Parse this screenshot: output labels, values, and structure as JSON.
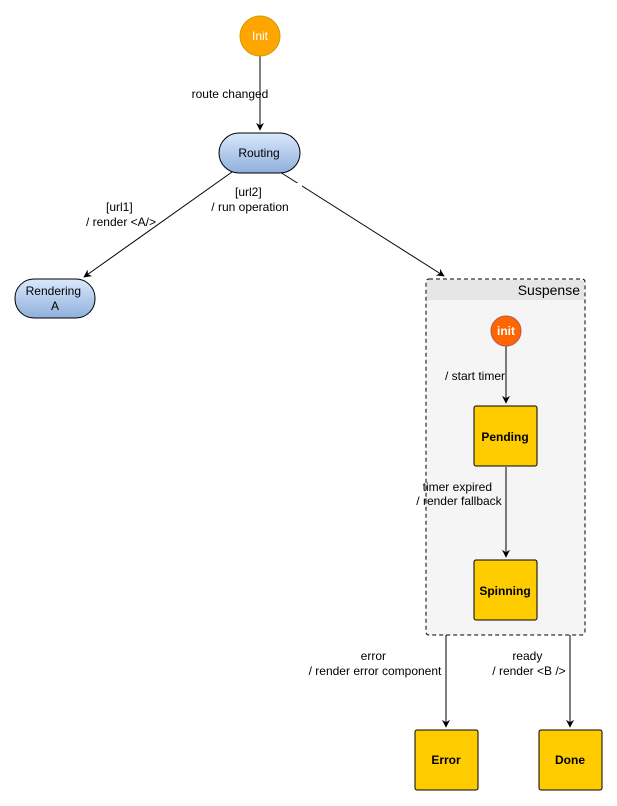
{
  "states": {
    "init": "Init",
    "routing": "Routing",
    "rendering_a": [
      "Rendering",
      "A"
    ],
    "suspense": "Suspense",
    "suspense_init": "init",
    "pending": "Pending",
    "spinning": "Spinning",
    "error": "Error",
    "done": "Done"
  },
  "transitions": {
    "route_changed": [
      "route changed"
    ],
    "url1": [
      "[url1]",
      "/ render <A/>"
    ],
    "url2": [
      "[url2]",
      "/ run operation"
    ],
    "start_timer": [
      "/ start timer"
    ],
    "timer_expired": [
      "timer expired",
      "/ render fallback"
    ],
    "error": [
      "error",
      "/ render error component"
    ],
    "ready": [
      "ready",
      "/ render <B />"
    ]
  },
  "colors": {
    "init_fill": "#FFA500",
    "init_stroke": "#D79B00",
    "routing_fill_top": "#DAE8FC",
    "routing_fill_bottom": "#7EA6E0",
    "routing_stroke": "#000000",
    "suspense_fill": "#F5F5F5",
    "suspense_header": "#E6E6E6",
    "suspense_init_fill": "#FF6600",
    "suspense_init_stroke": "#B85450",
    "state_fill": "#FFCC00",
    "state_stroke": "#000000"
  }
}
